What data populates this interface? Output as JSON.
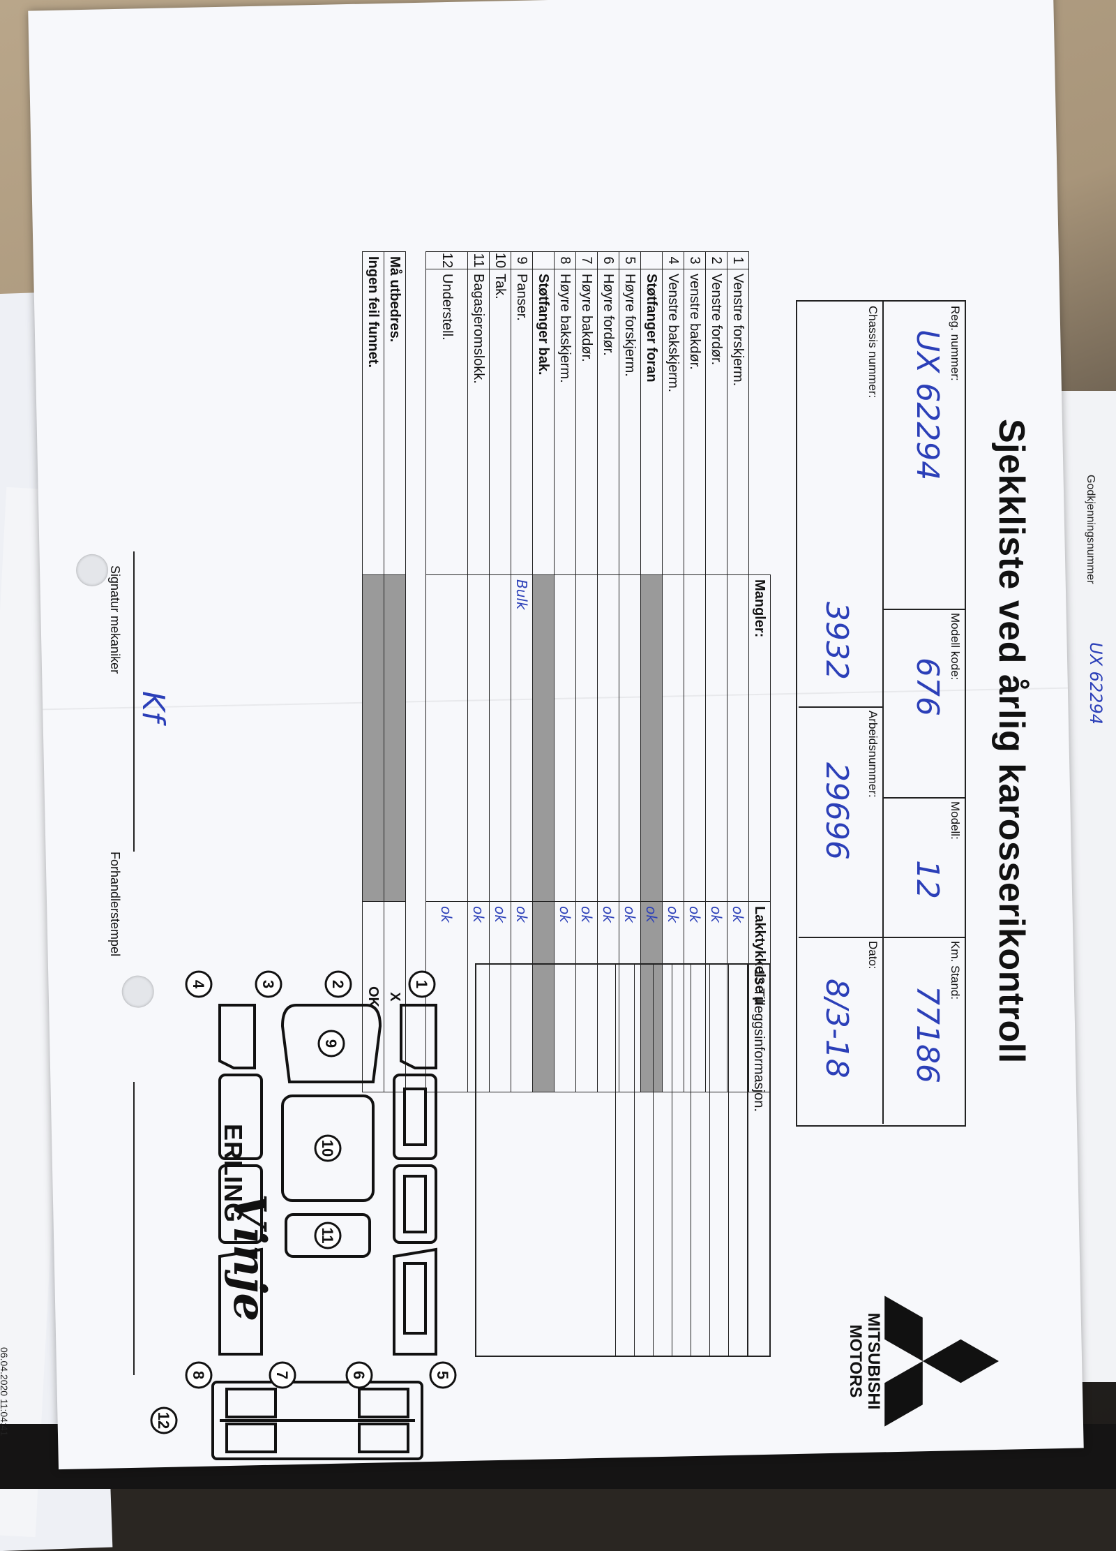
{
  "title": "Sjekkliste ved årlig karosserikontroll",
  "header": {
    "reg_label": "Reg. nummer:",
    "reg_value": "UX 62294",
    "modellkode_label": "Modell kode:",
    "modellkode_value": "676",
    "modell_label": "Modell:",
    "modell_value": "12",
    "km_label": "Km. Stand:",
    "km_value": "77186",
    "chassis_label": "Chassis nummer:",
    "chassis_value": "3932",
    "arbeid_label": "Arbeidsnummer:",
    "arbeid_value": "29696",
    "dato_label": "Dato:",
    "dato_value": "8/3-18"
  },
  "table": {
    "col_mangler": "Mangler:",
    "col_lakk": "Lakktykkelse µ",
    "rows": [
      {
        "num": "1",
        "label": "Venstre forskjerm.",
        "mangler": "",
        "lakk": "ok",
        "shade": false,
        "bold": false
      },
      {
        "num": "2",
        "label": "Venstre fordør.",
        "mangler": "",
        "lakk": "ok",
        "shade": false,
        "bold": false
      },
      {
        "num": "3",
        "label": "venstre bakdør.",
        "mangler": "",
        "lakk": "ok",
        "shade": false,
        "bold": false
      },
      {
        "num": "4",
        "label": "Venstre bakskjerm.",
        "mangler": "",
        "lakk": "ok",
        "shade": false,
        "bold": false
      },
      {
        "num": "",
        "label": "Støtfanger foran",
        "mangler": "",
        "lakk": "ok",
        "shade": true,
        "bold": true
      },
      {
        "num": "5",
        "label": "Høyre forskjerm.",
        "mangler": "",
        "lakk": "ok",
        "shade": false,
        "bold": false
      },
      {
        "num": "6",
        "label": "Høyre fordør.",
        "mangler": "",
        "lakk": "ok",
        "shade": false,
        "bold": false
      },
      {
        "num": "7",
        "label": "Høyre bakdør.",
        "mangler": "",
        "lakk": "ok",
        "shade": false,
        "bold": false
      },
      {
        "num": "8",
        "label": "Høyre bakskjerm.",
        "mangler": "",
        "lakk": "ok",
        "shade": false,
        "bold": false
      },
      {
        "num": "",
        "label": "Støtfanger bak.",
        "mangler": "",
        "lakk": "",
        "shade": true,
        "bold": true
      },
      {
        "num": "9",
        "label": "Panser.",
        "mangler": "Bulk",
        "lakk": "ok",
        "shade": false,
        "bold": false
      },
      {
        "num": "10",
        "label": "Tak.",
        "mangler": "",
        "lakk": "ok",
        "shade": false,
        "bold": false
      },
      {
        "num": "11",
        "label": "Bagasjeromslokk.",
        "mangler": "",
        "lakk": "ok",
        "shade": false,
        "bold": false
      },
      {
        "num": "12",
        "label": "Understell.",
        "mangler": "",
        "lakk": "ok",
        "shade": false,
        "bold": false,
        "tall": true
      }
    ],
    "summary": [
      {
        "label": "Må utbedres.",
        "mark": "X"
      },
      {
        "label": "Ingen feil funnet.",
        "mark": "OK"
      }
    ]
  },
  "info": {
    "num": "13",
    "label": "Tilleggsinformasjon."
  },
  "diagram": {
    "numbers": [
      "1",
      "2",
      "3",
      "4",
      "5",
      "6",
      "7",
      "8",
      "9",
      "10",
      "11",
      "12"
    ]
  },
  "logo": {
    "line1": "MITSUBISHI",
    "line2": "MOTORS",
    "color": "#111111"
  },
  "signature": {
    "mekaniker_label": "Signatur mekaniker",
    "mekaniker_mark": "Kf",
    "stamp_label": "Forhandlerstempel"
  },
  "dealer": {
    "name": "ERLING",
    "script": "Vinje"
  },
  "background": {
    "timestamp": "06.04.2020 11:04:41",
    "right_label": "Godkjenningsnummer",
    "right_value": "UX 62294"
  },
  "colors": {
    "ink": "#2b3fb8",
    "paper": "#f7f8fb",
    "shade": "#9a9a9a"
  }
}
